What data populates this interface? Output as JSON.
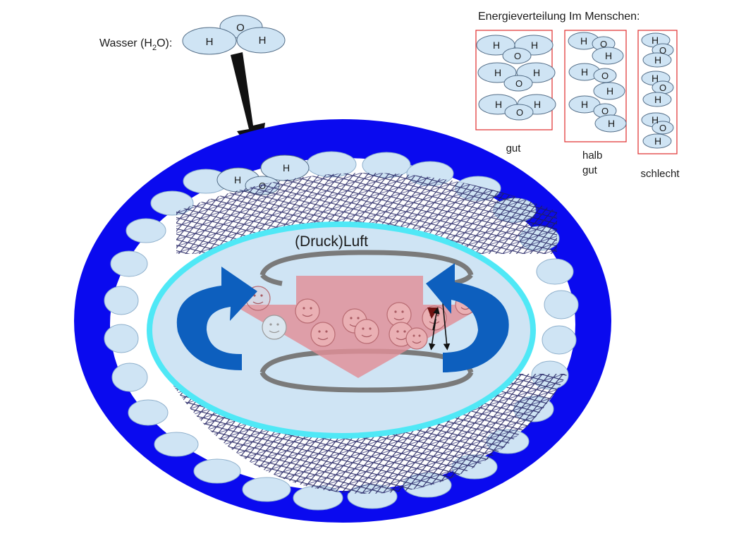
{
  "diagram": {
    "water_label_prefix": "Wasser (H",
    "water_label_sub": "2",
    "water_label_suffix": "O):",
    "inner_label": "(Druck)Luft",
    "energy_title": "Energieverteilung Im Menschen:",
    "atom_h": "H",
    "atom_o": "O",
    "categories": [
      {
        "label_lines": [
          "gut"
        ]
      },
      {
        "label_lines": [
          "halb",
          "gut"
        ]
      },
      {
        "label_lines": [
          "schlecht"
        ]
      }
    ],
    "colors": {
      "outer_ring": "#0a0aef",
      "water_molecule": "#cfe4f4",
      "inner_ellipse": "#cfe4f4",
      "inner_ellipse_border": "#4fe8f6",
      "pressure_arrow": "#e18f97",
      "curved_arrows": "#0d5fbe",
      "coil": "#7a7a7a",
      "category_box": "#e23b3b"
    }
  }
}
